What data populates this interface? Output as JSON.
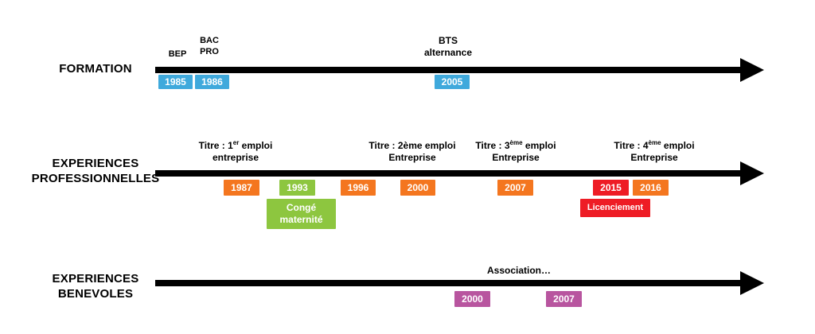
{
  "colors": {
    "blue": "#3FA9DC",
    "orange": "#F4761F",
    "green": "#8DC63F",
    "red": "#EE1C25",
    "purple": "#B8559F",
    "arrow": "#000000"
  },
  "formation": {
    "label": "FORMATION",
    "milestones": {
      "bep": "BEP",
      "bac_l1": "BAC",
      "bac_l2": "PRO",
      "bts_l1": "BTS",
      "bts_l2": "alternance"
    },
    "years": [
      "1985",
      "1986",
      "2005"
    ]
  },
  "pro": {
    "label_l1": "EXPERIENCES",
    "label_l2": "PROFESSIONNELLES",
    "titles": [
      {
        "pre": "Titre : 1",
        "sup": "er",
        "post": " emploi",
        "line2": "entreprise"
      },
      {
        "pre": "Titre : 2ème emploi",
        "sup": "",
        "post": "",
        "line2": "Entreprise"
      },
      {
        "pre": "Titre : 3",
        "sup": "ème",
        "post": " emploi",
        "line2": "Entreprise"
      },
      {
        "pre": "Titre : 4",
        "sup": "ème",
        "post": " emploi",
        "line2": "Entreprise"
      }
    ],
    "years": [
      "1987",
      "1993",
      "1996",
      "2000",
      "2007",
      "2015",
      "2016"
    ],
    "conge_l1": "Congé",
    "conge_l2": "maternité",
    "licenciement": "Licenciement"
  },
  "benevoles": {
    "label_l1": "EXPERIENCES",
    "label_l2": "BENEVOLES",
    "association": "Association…",
    "years": [
      "2000",
      "2007"
    ]
  }
}
